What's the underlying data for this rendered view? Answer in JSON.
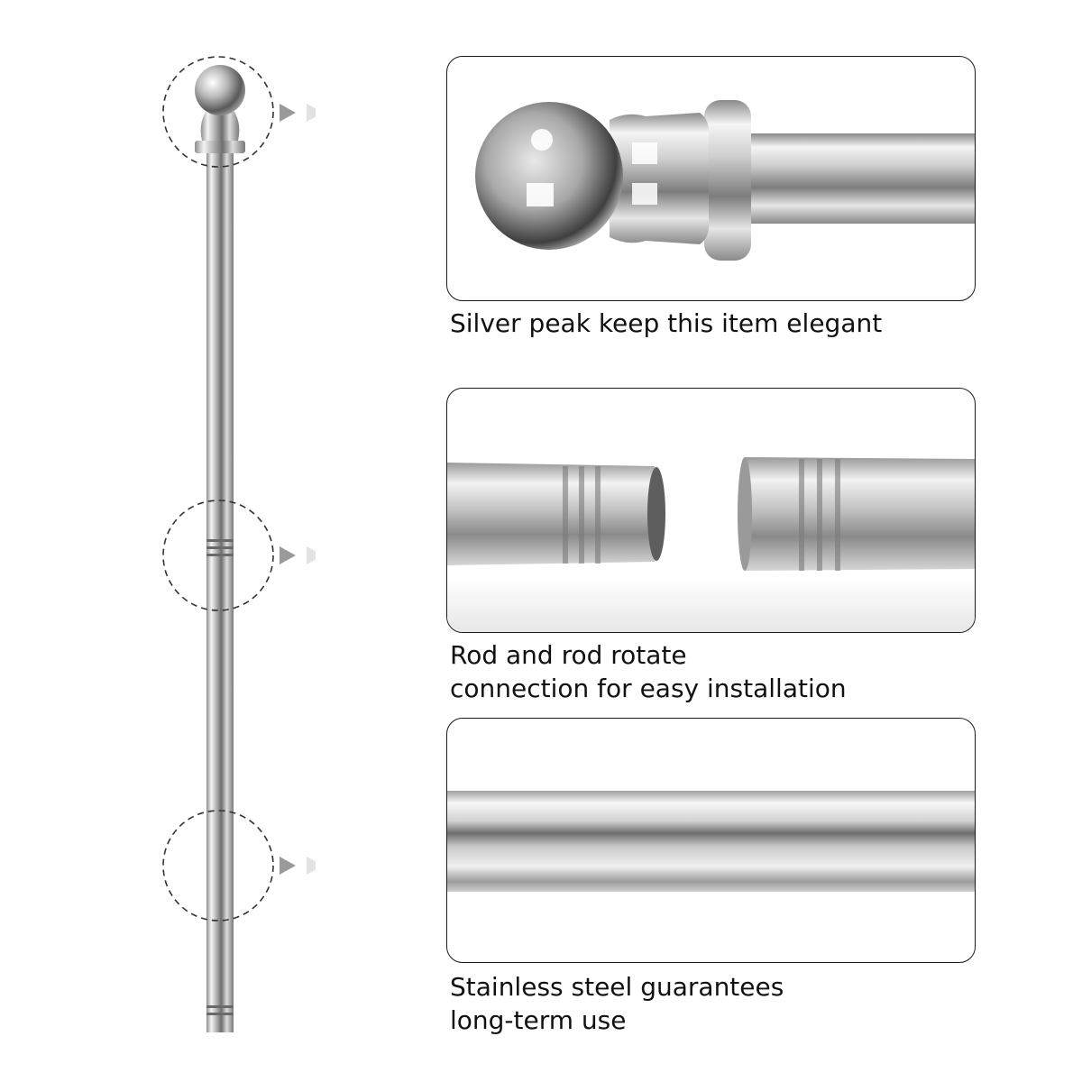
{
  "captions": {
    "peak": [
      "Silver peak keep this item elegant"
    ],
    "connection": [
      "Rod and rod rotate",
      "connection for easy installation"
    ],
    "steel": [
      "Stainless steel guarantees",
      "long-term use"
    ]
  },
  "colors": {
    "text": "#111111",
    "panel_border": "#1a1a1a",
    "callout_dash": "#333333",
    "arrow_dark": "#9a9a9a",
    "arrow_light": "#e2e2e2"
  },
  "icons": {
    "callout_arrow": "triangle-right-icon"
  }
}
